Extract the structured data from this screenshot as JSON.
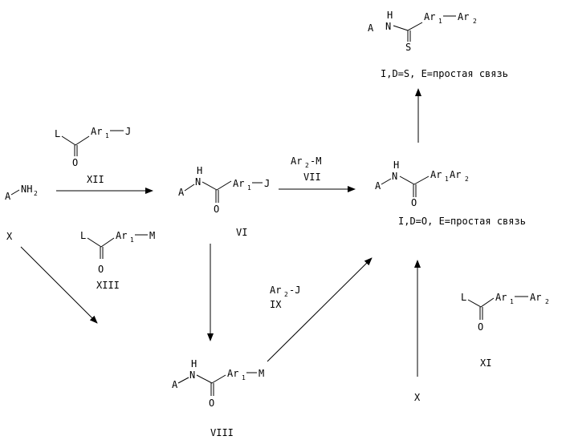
{
  "scheme": {
    "amine": {
      "A": "A",
      "NH": "NH",
      "sub2": "2"
    },
    "reactant_X_left": "X",
    "reactant_X_bottom": "X",
    "compound_XII": {
      "L": "L",
      "Ar": "Ar",
      "sub1": "1",
      "J": "J",
      "O": "O",
      "id": "XII"
    },
    "compound_XIII": {
      "L": "L",
      "Ar": "Ar",
      "sub1": "1",
      "M": "M",
      "O": "O",
      "id": "XIII"
    },
    "compound_VI": {
      "H": "H",
      "N": "N",
      "A": "A",
      "Ar": "Ar",
      "sub1": "1",
      "J": "J",
      "O": "O",
      "id": "VI"
    },
    "compound_VIII": {
      "H": "H",
      "N": "N",
      "A": "A",
      "Ar": "Ar",
      "sub1": "1",
      "M": "M",
      "O": "O",
      "id": "VIII"
    },
    "compound_XI": {
      "L": "L",
      "Ar1": "Ar",
      "sub1": "1",
      "Ar2": "Ar",
      "sub2": "2",
      "O": "O",
      "id": "XI"
    },
    "reagent_VII": {
      "Ar": "Ar",
      "sub2": "2",
      "M": "-M",
      "id": "VII"
    },
    "reagent_IX": {
      "Ar": "Ar",
      "sub2": "2",
      "J": "-J",
      "id": "IX"
    },
    "product_amide": {
      "H": "H",
      "N": "N",
      "A": "A",
      "Ar1": "Ar",
      "sub1": "1",
      "Ar2": "Ar",
      "sub2": "2",
      "O": "O",
      "caption": "I,D=O, E=простая связь"
    },
    "product_thioamide": {
      "H": "H",
      "N": "N",
      "A": "A",
      "Ar1": "Ar",
      "sub1": "1",
      "Ar2": "Ar",
      "sub2": "2",
      "S": "S",
      "caption": "I,D=S, E=простая связь"
    }
  }
}
